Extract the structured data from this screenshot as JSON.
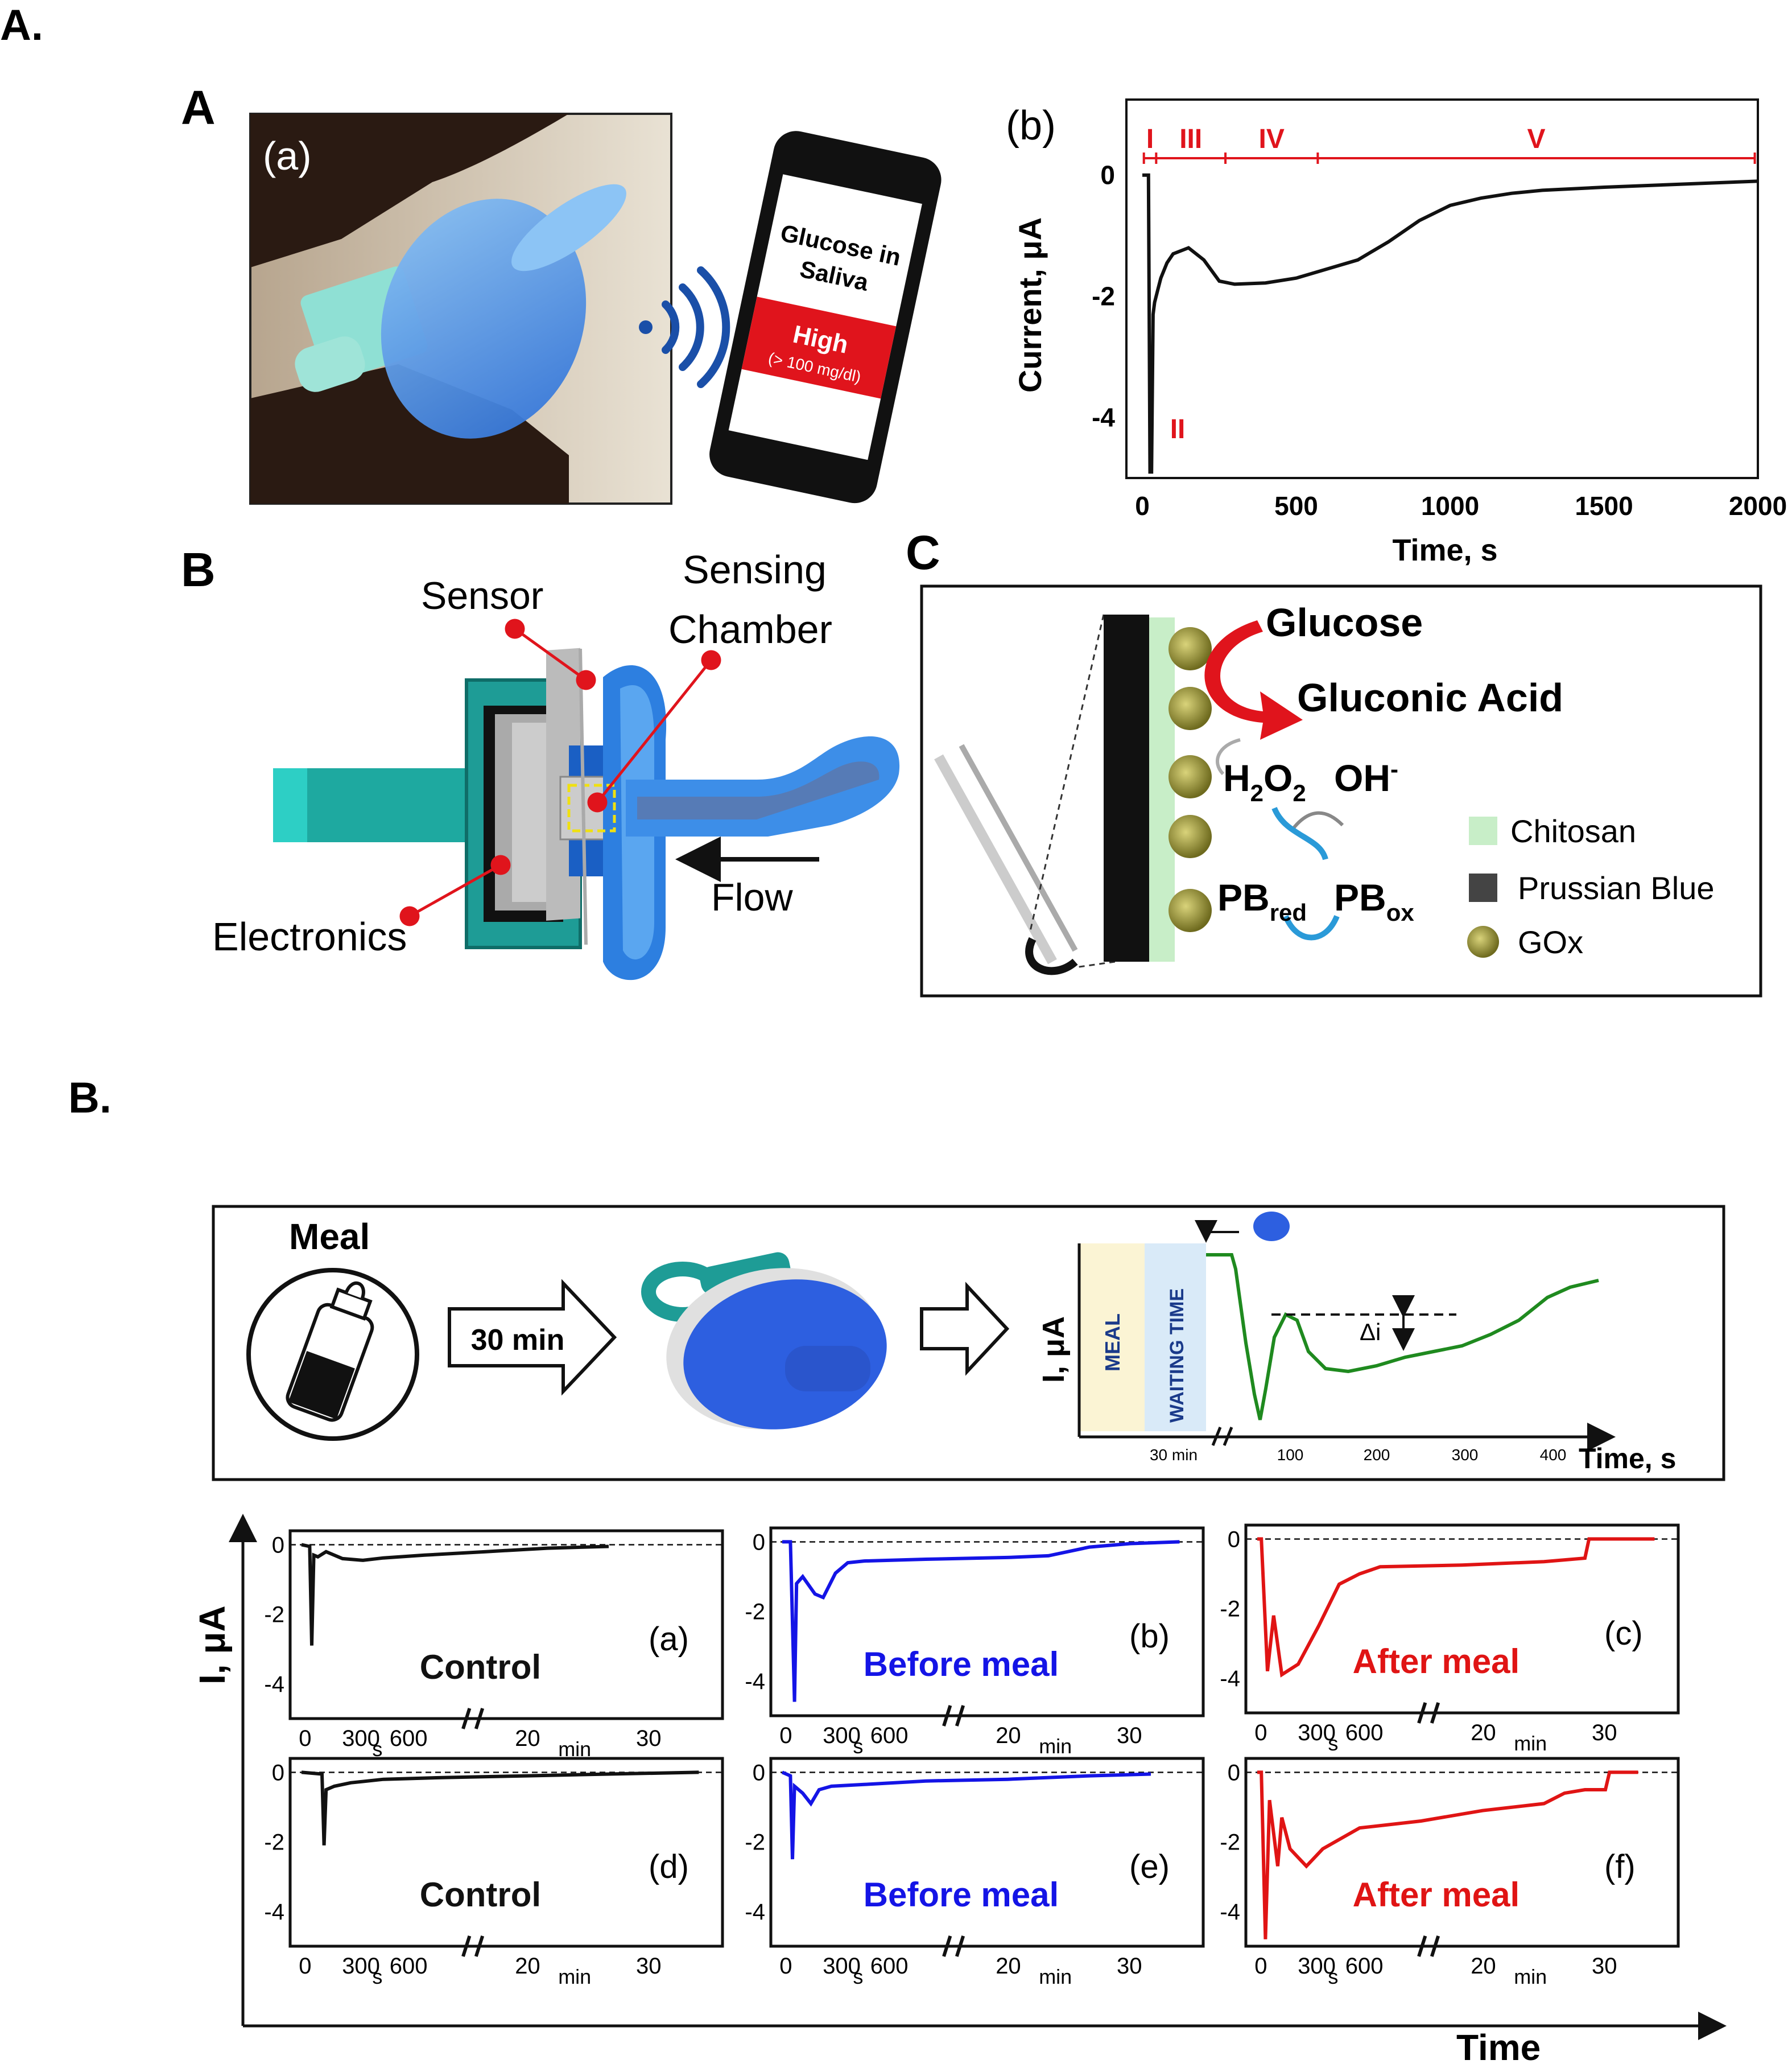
{
  "section_labels": {
    "a": "A.",
    "b": "B."
  },
  "panelA": {
    "label": "A",
    "photo_label": "(a)",
    "phone": {
      "line1": "Glucose in",
      "line2": "Saliva",
      "high": "High",
      "range": "(> 100 mg/dl)"
    },
    "colors": {
      "accent_red": "#e0141c",
      "pacifier_blue": "#2d7fe0",
      "teal": "#1e9c96"
    }
  },
  "panelAb": {
    "label": "(b)",
    "phase_labels": [
      "I",
      "III",
      "IV",
      "V"
    ],
    "low_label": "II",
    "chart_data": {
      "type": "line",
      "xlabel": "Time, s",
      "ylabel": "Current, μA",
      "x_ticks": [
        "0",
        "500",
        "1000",
        "1500",
        "2000"
      ],
      "y_ticks": [
        "0",
        "-2",
        "-4"
      ],
      "xlim": [
        0,
        2000
      ],
      "ylim": [
        -5,
        1.2
      ],
      "series": [
        {
          "x": [
            0,
            20,
            25,
            30,
            35,
            40,
            50,
            60,
            80,
            100,
            150,
            200,
            250,
            300,
            400,
            500,
            600,
            700,
            800,
            900,
            1000,
            1100,
            1200,
            1300,
            1500,
            1700,
            1900,
            2000
          ],
          "values": [
            0,
            0,
            -4.9,
            -4.9,
            -2.3,
            -2.1,
            -1.9,
            -1.7,
            -1.45,
            -1.3,
            -1.2,
            -1.4,
            -1.75,
            -1.8,
            -1.78,
            -1.7,
            -1.55,
            -1.4,
            -1.1,
            -0.75,
            -0.5,
            -0.38,
            -0.3,
            -0.25,
            -0.2,
            -0.16,
            -0.12,
            -0.1
          ]
        }
      ]
    }
  },
  "panelB": {
    "label": "B",
    "sensor": "Sensor",
    "sensing": "Sensing",
    "chamber": "Chamber",
    "electronics": "Electronics",
    "flow": "Flow"
  },
  "panelC": {
    "label": "C",
    "glucose": "Glucose",
    "gluconic": "Gluconic Acid",
    "h2o2": "H",
    "oh": "OH",
    "pb": "PB",
    "red": "red",
    "ox": "ox",
    "legend": [
      "Chitosan",
      "Prussian Blue",
      "GOx"
    ]
  },
  "schematic": {
    "meal": "Meal",
    "wait": "30 min",
    "meal_band": "MEAL",
    "waiting_band": "WAITING TIME",
    "ylabel": "I, μA",
    "xlabel": "Time, s",
    "x_ticks": [
      "30 min",
      "100",
      "200",
      "300",
      "400"
    ],
    "delta": "Δi"
  },
  "grid": {
    "ylabel": "I, μA",
    "xlabel": "Time",
    "y_ticks": [
      "0",
      "-2",
      "-4"
    ],
    "x_ticks": [
      "0",
      "300",
      "600",
      "20",
      "30"
    ],
    "unit_s": "s",
    "unit_min": "min",
    "chart_data": [
      {
        "type": "line",
        "title": "Control",
        "tag": "(a)",
        "color": "#111111",
        "ylim": [
          -5,
          0.4
        ],
        "x": [
          0,
          0.02,
          0.025,
          0.03,
          0.04,
          0.06,
          0.1,
          0.15,
          0.2,
          0.3,
          0.45,
          0.6,
          0.75
        ],
        "values": [
          0,
          -0.05,
          -2.9,
          -0.3,
          -0.35,
          -0.2,
          -0.4,
          -0.45,
          -0.38,
          -0.3,
          -0.2,
          -0.1,
          -0.05
        ]
      },
      {
        "type": "line",
        "title": "Before meal",
        "tag": "(b)",
        "color": "#1414e6",
        "ylim": [
          -5,
          0.4
        ],
        "x": [
          0,
          0.02,
          0.03,
          0.035,
          0.05,
          0.08,
          0.1,
          0.13,
          0.16,
          0.2,
          0.35,
          0.55,
          0.65,
          0.75,
          0.85,
          0.97
        ],
        "values": [
          0,
          0,
          -4.6,
          -1.2,
          -1.0,
          -1.5,
          -1.6,
          -0.9,
          -0.6,
          -0.55,
          -0.5,
          -0.45,
          -0.4,
          -0.15,
          -0.05,
          0
        ]
      },
      {
        "type": "line",
        "title": "After meal",
        "tag": "(c)",
        "color": "#e01414",
        "ylim": [
          -5,
          0.4
        ],
        "x": [
          0,
          0.01,
          0.025,
          0.04,
          0.06,
          0.1,
          0.15,
          0.2,
          0.25,
          0.3,
          0.5,
          0.7,
          0.8,
          0.81,
          0.97
        ],
        "values": [
          0,
          0,
          -3.8,
          -2.2,
          -3.9,
          -3.6,
          -2.5,
          -1.3,
          -1.0,
          -0.8,
          -0.75,
          -0.65,
          -0.55,
          0,
          0
        ]
      },
      {
        "type": "line",
        "title": "Control",
        "tag": "(d)",
        "color": "#111111",
        "ylim": [
          -5,
          0.4
        ],
        "x": [
          0,
          0.05,
          0.055,
          0.06,
          0.08,
          0.12,
          0.2,
          0.35,
          0.55,
          0.75,
          0.97
        ],
        "values": [
          0,
          -0.05,
          -2.1,
          -0.5,
          -0.4,
          -0.3,
          -0.2,
          -0.15,
          -0.1,
          -0.05,
          0
        ]
      },
      {
        "type": "line",
        "title": "Before meal",
        "tag": "(e)",
        "color": "#1414e6",
        "ylim": [
          -5,
          0.4
        ],
        "x": [
          0,
          0.02,
          0.025,
          0.03,
          0.05,
          0.07,
          0.09,
          0.12,
          0.2,
          0.35,
          0.55,
          0.75,
          0.9
        ],
        "values": [
          0,
          -0.1,
          -2.5,
          -0.4,
          -0.6,
          -0.9,
          -0.5,
          -0.4,
          -0.35,
          -0.25,
          -0.2,
          -0.1,
          -0.05
        ]
      },
      {
        "type": "line",
        "title": "After meal",
        "tag": "(f)",
        "color": "#e01414",
        "ylim": [
          -5,
          0.4
        ],
        "x": [
          0,
          0.01,
          0.02,
          0.03,
          0.05,
          0.06,
          0.08,
          0.12,
          0.16,
          0.25,
          0.4,
          0.55,
          0.7,
          0.75,
          0.8,
          0.85,
          0.86,
          0.93
        ],
        "values": [
          0,
          0,
          -4.8,
          -0.8,
          -2.7,
          -1.3,
          -2.2,
          -2.7,
          -2.2,
          -1.6,
          -1.4,
          -1.1,
          -0.9,
          -0.6,
          -0.5,
          -0.5,
          0,
          0
        ]
      }
    ]
  }
}
